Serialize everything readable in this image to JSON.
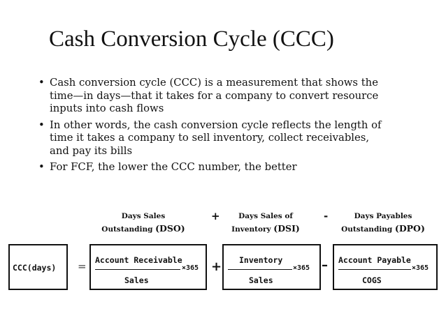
{
  "title": "Cash Conversion Cycle (CCC)",
  "bullets": [
    {
      "marker": "•",
      "lines": [
        "Cash conversion cycle (CCC) is a measurement that shows the",
        "time—in days—that it takes for a company to convert resource",
        "inputs into cash flows"
      ]
    },
    {
      "marker": "•",
      "lines": [
        "In other words, the cash conversion cycle reflects the length of",
        "time it takes a company to sell inventory, collect receivables,",
        "and pay its bills"
      ]
    },
    {
      "marker": "•",
      "lines": [
        "For FCF, the lower the CCC number, the better"
      ]
    }
  ],
  "headers": {
    "dso": {
      "line1": "Days Sales",
      "line2_text": "Outstanding ",
      "line2_abbr": "(DSO)"
    },
    "dsi": {
      "line1": "Days Sales of",
      "line2_text": "Inventory ",
      "line2_abbr": "(DSI)"
    },
    "dpo": {
      "line1": "Days Payables",
      "line2_text": "Outstanding ",
      "line2_abbr": "(DPO)"
    },
    "plus": "+",
    "minus": "-"
  },
  "formula": {
    "lhs": "CCC(days)",
    "equals": "=",
    "dso": {
      "numerator": "Account Receivable",
      "denominator": "Sales",
      "multiplier": "×365"
    },
    "plus": "+",
    "dsi": {
      "numerator": "Inventory",
      "denominator": "Sales",
      "multiplier": "×365"
    },
    "minus": "–",
    "dpo": {
      "numerator": "Account Payable",
      "denominator": "COGS",
      "multiplier": "×365"
    }
  }
}
